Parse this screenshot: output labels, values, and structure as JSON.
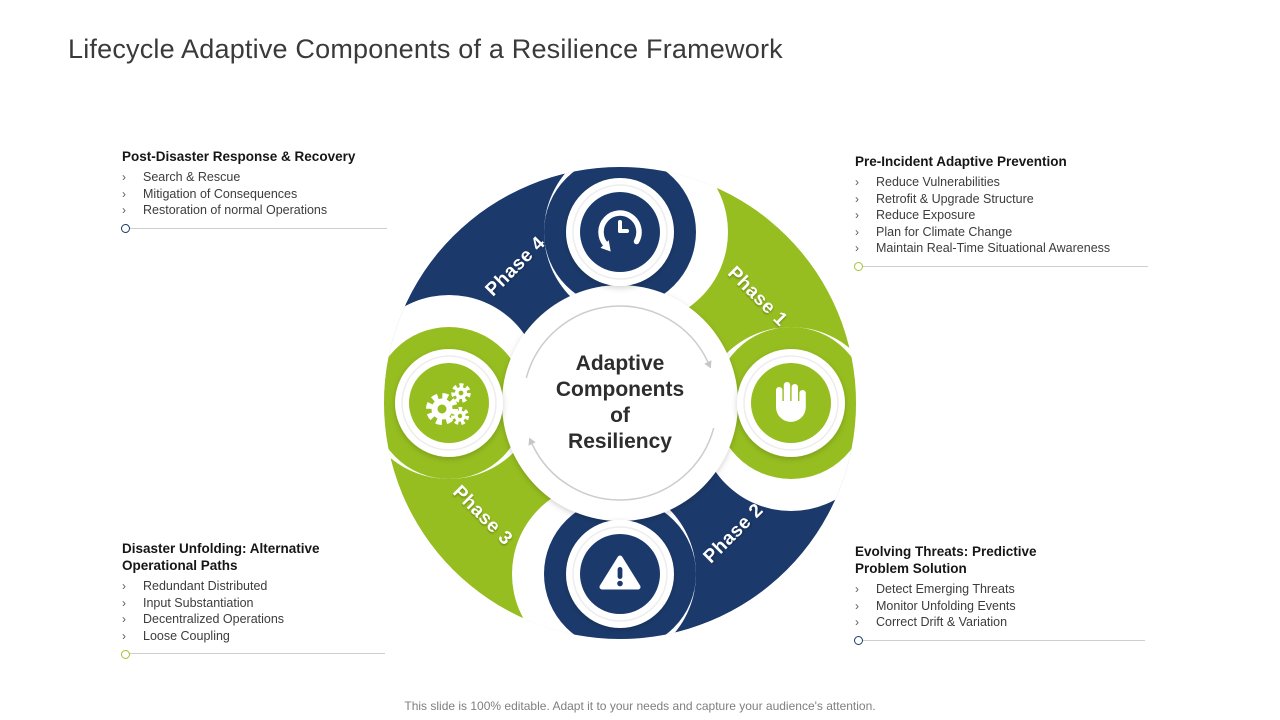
{
  "slide": {
    "title": "Lifecycle Adaptive Components of a Resilience Framework",
    "footer": "This slide is 100% editable. Adapt it to your needs and capture your audience's attention."
  },
  "ui": {
    "bullet_marker": "›"
  },
  "colors": {
    "navy": "#1B3A6B",
    "green": "#96BE20",
    "divider_line": "#cfcfcf",
    "title_text": "#3a3a3a",
    "body_text": "#3c3c3c",
    "footer_text": "#7f7f7f"
  },
  "diagram": {
    "center_label": "Adaptive\nComponents\nof\nResiliency",
    "phases": [
      {
        "label": "Phase 1",
        "color": "#96BE20",
        "position": "top-right"
      },
      {
        "label": "Phase 2",
        "color": "#1B3A6B",
        "position": "bottom-right"
      },
      {
        "label": "Phase 3",
        "color": "#96BE20",
        "position": "bottom-left"
      },
      {
        "label": "Phase 4",
        "color": "#1B3A6B",
        "position": "top-left"
      }
    ],
    "icons": [
      {
        "name": "history-icon",
        "position": "top",
        "color": "#1B3A6B"
      },
      {
        "name": "stop-hand-icon",
        "position": "right",
        "color": "#96BE20"
      },
      {
        "name": "warning-icon",
        "position": "bottom",
        "color": "#1B3A6B"
      },
      {
        "name": "gears-icon",
        "position": "left",
        "color": "#96BE20"
      }
    ]
  },
  "blocks": [
    {
      "title": "Post-Disaster Response & Recovery",
      "accent": "#1B3A6B",
      "items": [
        "Search & Rescue",
        "Mitigation of Consequences",
        "Restoration of normal Operations"
      ]
    },
    {
      "title": "Pre-Incident Adaptive Prevention",
      "accent": "#96BE20",
      "items": [
        "Reduce Vulnerabilities",
        "Retrofit & Upgrade Structure",
        "Reduce Exposure",
        "Plan for Climate Change",
        "Maintain Real-Time Situational Awareness"
      ]
    },
    {
      "title": "Disaster Unfolding: Alternative Operational Paths",
      "accent": "#96BE20",
      "items": [
        "Redundant Distributed",
        "Input Substantiation",
        "Decentralized Operations",
        "Loose Coupling"
      ]
    },
    {
      "title": "Evolving Threats: Predictive Problem Solution",
      "accent": "#1B3A6B",
      "items": [
        "Detect Emerging Threats",
        "Monitor Unfolding Events",
        "Correct Drift & Variation"
      ]
    }
  ]
}
